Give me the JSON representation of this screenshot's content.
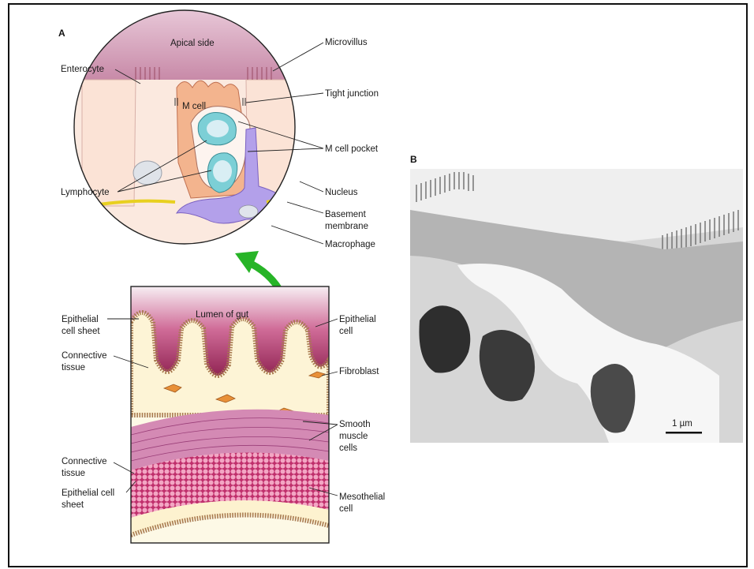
{
  "panels": {
    "a": "A",
    "b": "B"
  },
  "top_labels": {
    "apical_side": "Apical side",
    "m_cell": "M cell",
    "enterocyte": "Enterocyte",
    "microvillus": "Microvillus",
    "tight_junction": "Tight junction",
    "m_cell_pocket": "M cell pocket",
    "lymphocyte": "Lymphocyte",
    "nucleus": "Nucleus",
    "basement_1": "Basement",
    "basement_2": "membrane",
    "macrophage": "Macrophage"
  },
  "bottom_labels": {
    "lumen": "Lumen of gut",
    "epithelial_sheet_1": "Epithelial",
    "epithelial_sheet_2": "cell sheet",
    "epithelial_cell_1": "Epithelial",
    "epithelial_cell_2": "cell",
    "connective_1_a": "Connective",
    "connective_1_b": "tissue",
    "fibroblast": "Fibroblast",
    "smooth_1": "Smooth",
    "smooth_2": "muscle",
    "smooth_3": "cells",
    "connective_2_a": "Connective",
    "connective_2_b": "tissue",
    "epithelial_sheet2_1": "Epithelial cell",
    "epithelial_sheet2_2": "sheet",
    "mesothelial_1": "Mesothelial",
    "mesothelial_2": "cell"
  },
  "micrograph": {
    "scale_bar": "1 µm"
  },
  "colors": {
    "gut_lumen": "#a0285a",
    "epithelium": "#f3d9b5",
    "m_cell": "#f0b088",
    "lymphocyte": "#8fd6dc",
    "macrophage": "#b4a0e6",
    "basement": "#e8d020",
    "arrow": "#27b427",
    "muscle": "#c070a8"
  }
}
